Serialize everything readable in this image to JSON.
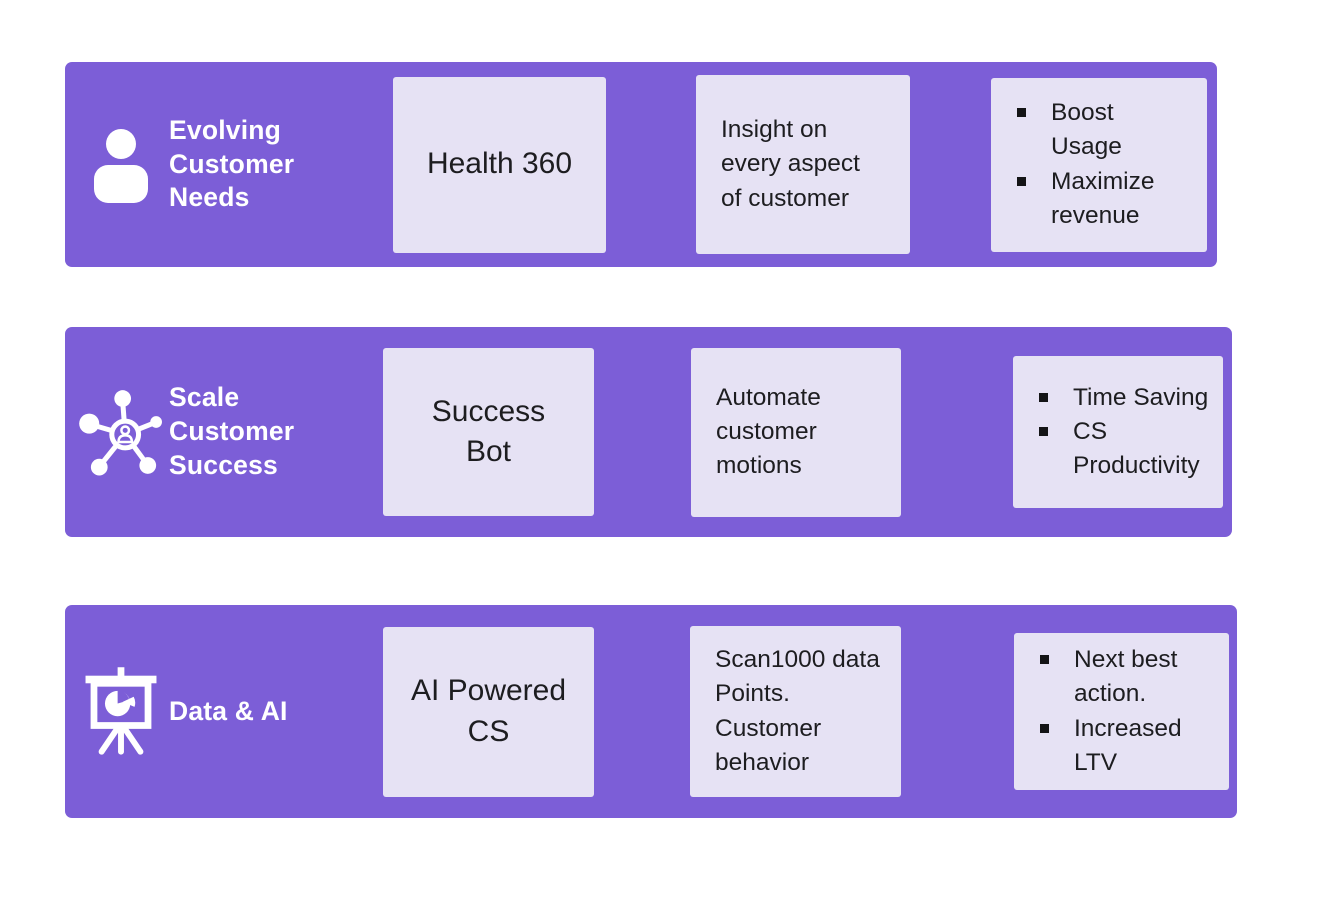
{
  "slide": {
    "type": "three-row capability diagram",
    "colors": {
      "page_bg": "#ffffff",
      "band_purple": "#7c5ed7",
      "box_lavender": "#e6e2f4",
      "label_text": "#ffffff",
      "box_text": "#1d1d20",
      "bullet_square": "#141416"
    },
    "rows": [
      {
        "icon": "person-icon",
        "label": "Evolving\nCustomer\nNeeds",
        "product": "Health 360",
        "description": "Insight on\nevery aspect\nof customer",
        "benefits": [
          "Boost\nUsage",
          "Maximize\nrevenue"
        ]
      },
      {
        "icon": "people-network-icon",
        "label": "Scale\nCustomer\nSuccess",
        "product": "Success\nBot",
        "description": "Automate\ncustomer\nmotions",
        "benefits": [
          "Time Saving",
          "CS\nProductivity"
        ]
      },
      {
        "icon": "presentation-pie-chart-icon",
        "label": "Data & AI",
        "product": "AI Powered\nCS",
        "description": "Scan1000 data\nPoints.\nCustomer\nbehavior",
        "benefits": [
          "Next best\naction.",
          "Increased\nLTV"
        ]
      }
    ]
  }
}
